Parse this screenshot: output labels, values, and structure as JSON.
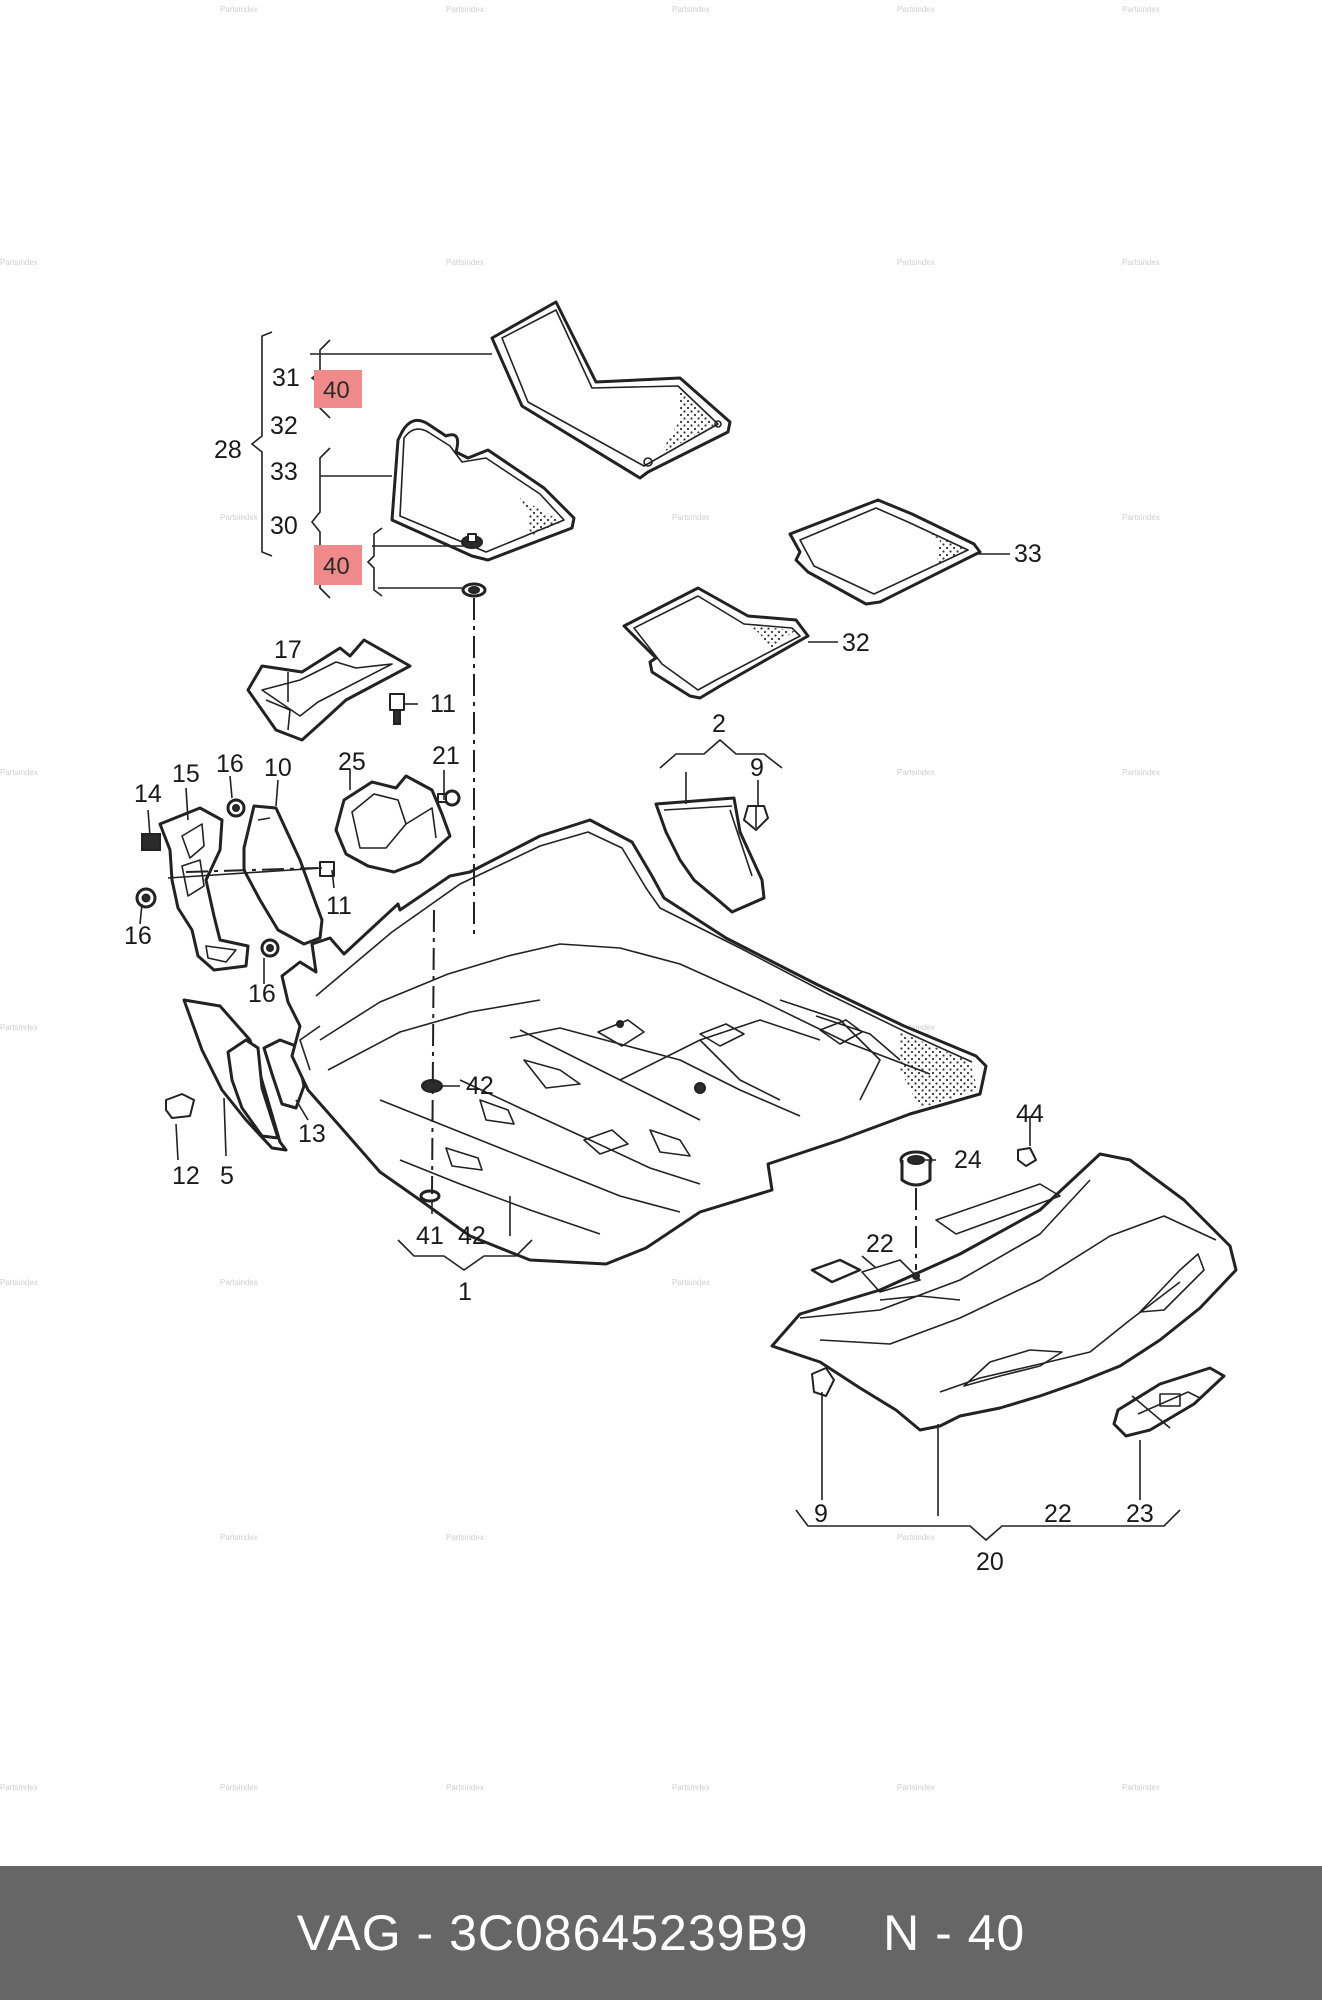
{
  "callouts": {
    "c31": "31",
    "c32": "32",
    "c33": "33",
    "c30": "30",
    "c28": "28",
    "c40a": "40",
    "c40b": "40",
    "c33r": "33",
    "c32r": "32",
    "c17": "17",
    "c11a": "11",
    "c21": "21",
    "c25": "25",
    "c2": "2",
    "c9a": "9",
    "c14": "14",
    "c15": "15",
    "c16a": "16",
    "c10": "10",
    "c16b": "16",
    "c11b": "11",
    "c16c": "16",
    "c42a": "42",
    "c12": "12",
    "c5": "5",
    "c13": "13",
    "c41": "41",
    "c42b": "42",
    "c1": "1",
    "c44": "44",
    "c24": "24",
    "c22a": "22",
    "c9b": "9",
    "c22b": "22",
    "c23": "23",
    "c20": "20"
  },
  "highlight_color": "#f08a8a",
  "watermark": "Partsindex",
  "footer": {
    "text": "VAG - 3C08645239B9     N - 40",
    "background": "#666666"
  }
}
